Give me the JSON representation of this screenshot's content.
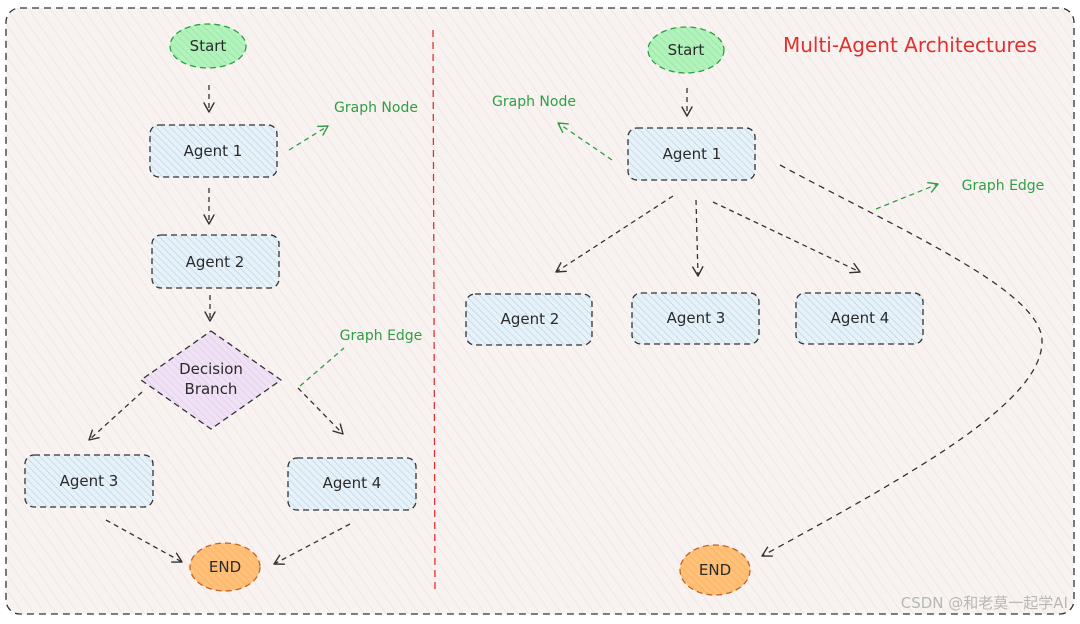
{
  "title": "Multi-Agent Architectures",
  "watermark": "CSDN @和老莫一起学AI",
  "colors": {
    "background": "#f8f3f1",
    "frame": "#333333",
    "divider": "#e03131",
    "start_fill": "#b2f2bb",
    "start_stroke": "#2f9e44",
    "end_fill": "#ffc078",
    "end_stroke": "#c2632a",
    "agent_fill": "#e7f1f8",
    "agent_stroke": "#333333",
    "decision_fill": "#f0e2f5",
    "annotation": "#2f9e44",
    "title": "#e03131"
  },
  "left_diagram": {
    "start": "Start",
    "agent_1": "Agent 1",
    "agent_2": "Agent 2",
    "decision": [
      "Decision",
      "Branch"
    ],
    "agent_3": "Agent 3",
    "agent_4": "Agent 4",
    "end": "END",
    "node_annotation": "Graph Node",
    "edge_annotation": "Graph Edge"
  },
  "right_diagram": {
    "start": "Start",
    "agent_1": "Agent 1",
    "agent_2": "Agent 2",
    "agent_3": "Agent 3",
    "agent_4": "Agent 4",
    "end": "END",
    "node_annotation": "Graph Node",
    "edge_annotation": "Graph Edge"
  }
}
